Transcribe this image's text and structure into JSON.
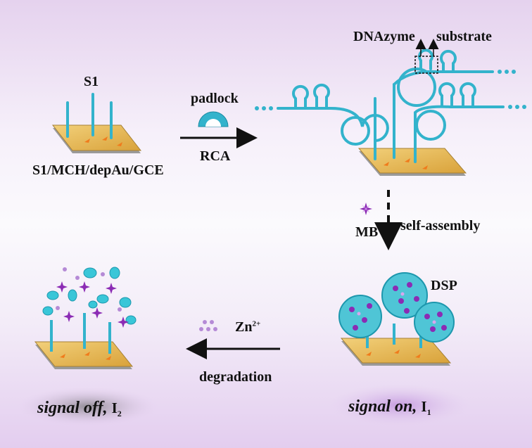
{
  "labels": {
    "s1": "S1",
    "electrode": "S1/MCH/depAu/GCE",
    "padlock": "padlock",
    "rca": "RCA",
    "dnazyme": "DNAzyme",
    "substrate": "substrate",
    "self_assembly": "self-assembly",
    "mb": "MB",
    "dsp": "DSP",
    "zn": "Zn",
    "zn_charge": "2+",
    "degradation": "degradation",
    "signal_on": "signal on",
    "signal_off": "signal off",
    "comma": ",",
    "i": "I",
    "i1_sub": "1",
    "i2_sub": "2"
  },
  "colors": {
    "strand": "#33b3cc",
    "gold": "#e6b44a",
    "star": "#8b2bb4",
    "dot": "#b58ad6",
    "blob": "#39c6d8"
  }
}
